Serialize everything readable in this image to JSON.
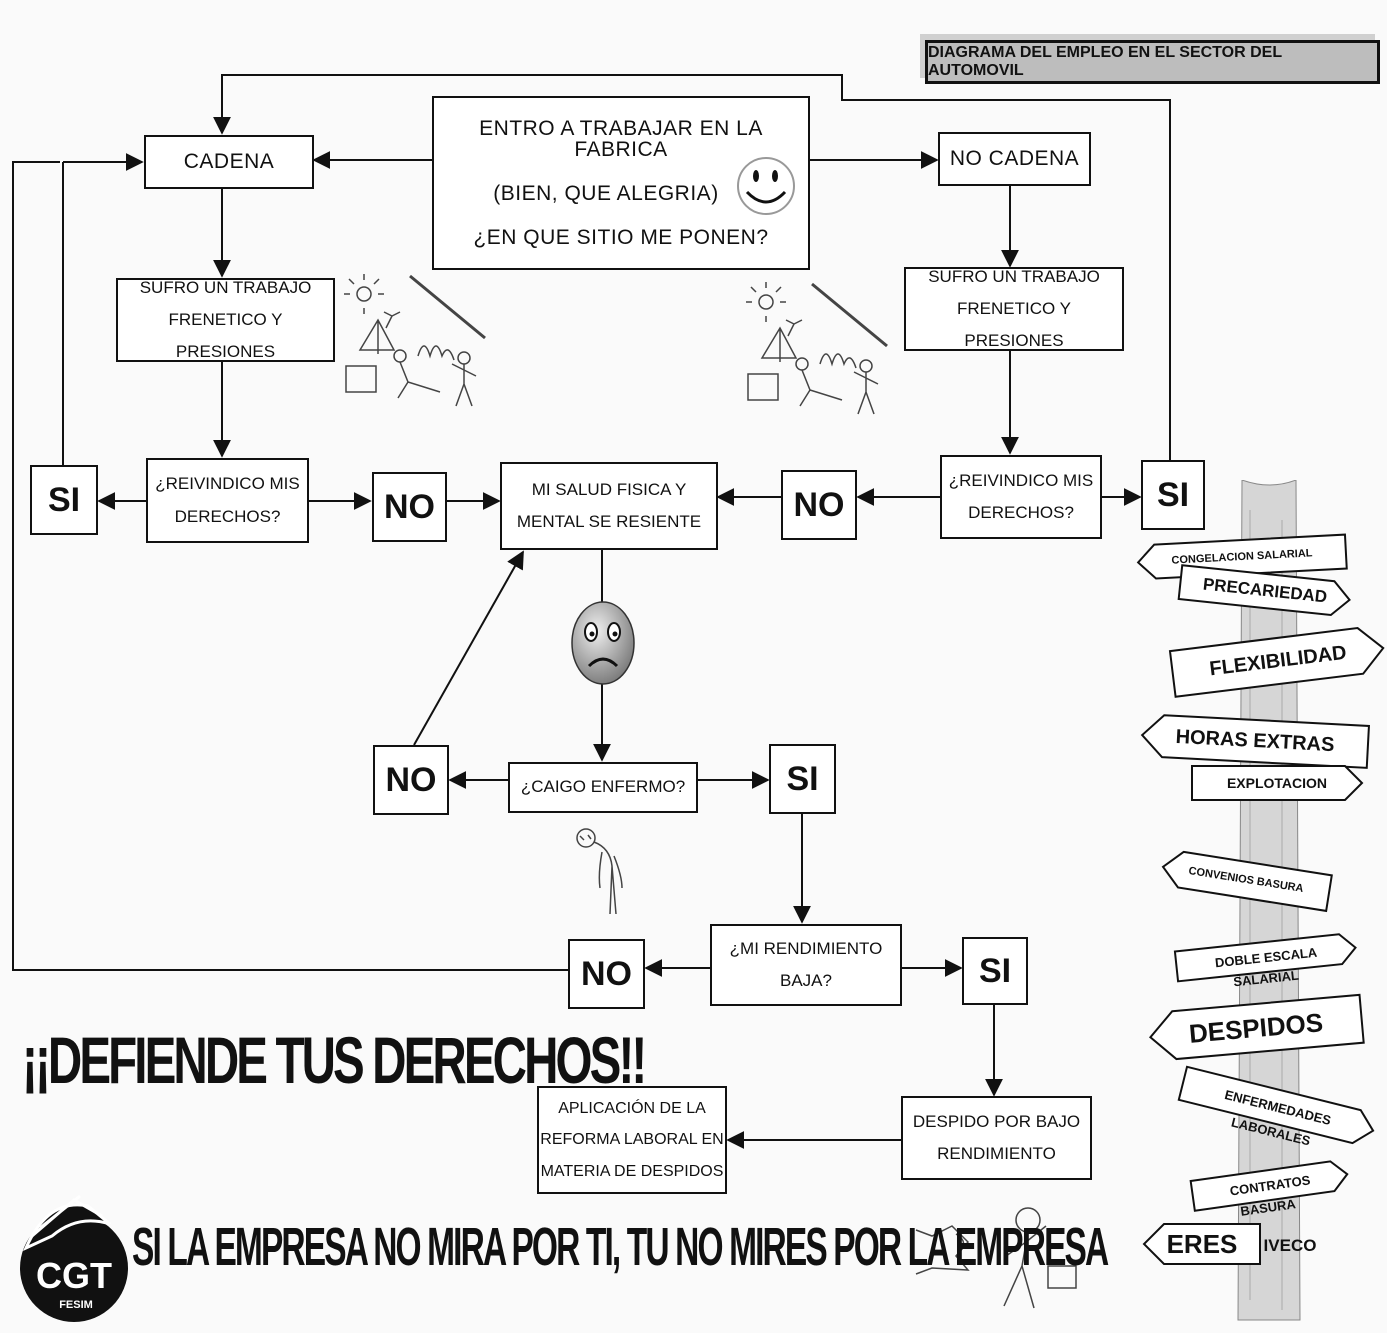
{
  "title": "DIAGRAMA DEL EMPLEO EN EL SECTOR DEL AUTOMOVIL",
  "start": {
    "line1": "ENTRO A TRABAJAR EN LA FABRICA",
    "line2": "(BIEN, QUE ALEGRIA)",
    "line3": "¿EN QUE SITIO ME PONEN?"
  },
  "cadena": "CADENA",
  "no_cadena": "NO CADENA",
  "sufro_left": {
    "line1": "SUFRO UN TRABAJO",
    "line2": "FRENETICO Y PRESIONES"
  },
  "sufro_right": {
    "line1": "SUFRO UN TRABAJO",
    "line2": "FRENETICO Y PRESIONES"
  },
  "reivindico_left": {
    "line1": "¿REIVINDICO MIS",
    "line2": "DERECHOS?"
  },
  "reivindico_right": {
    "line1": "¿REIVINDICO MIS",
    "line2": "DERECHOS?"
  },
  "salud": {
    "line1": "MI SALUD FISICA Y",
    "line2": "MENTAL SE RESIENTE"
  },
  "caigo": "¿CAIGO ENFERMO?",
  "rendimiento": {
    "line1": "¿MI RENDIMIENTO",
    "line2": "BAJA?"
  },
  "despido": {
    "line1": "DESPIDO POR BAJO",
    "line2": "RENDIMIENTO"
  },
  "reforma": {
    "line1": "APLICACIÓN DE LA",
    "line2": "REFORMA LABORAL EN",
    "line3": "MATERIA DE DESPIDOS"
  },
  "answers": {
    "si_left": "SI",
    "no_left": "NO",
    "no_right": "NO",
    "si_right": "SI",
    "no_caigo": "NO",
    "si_caigo": "SI",
    "no_rend": "NO",
    "si_rend": "SI"
  },
  "slogan_main": "¡¡DEFIENDE TUS DERECHOS!!",
  "slogan_sub": "SI LA EMPRESA NO MIRA POR TI, TU NO MIRES POR LA EMPRESA",
  "logo": {
    "letters": "CGT",
    "sub": "FESIM"
  },
  "signs": [
    "CONGELACION SALARIAL",
    "PRECARIEDAD",
    "FLEXIBILIDAD",
    "HORAS EXTRAS",
    "EXPLOTACION",
    "CONVENIOS BASURA",
    "DOBLE ESCALA",
    "SALARIAL",
    "DESPIDOS",
    "ENFERMEDADES",
    "LABORALES",
    "CONTRATOS",
    "BASURA",
    "ERES",
    "IVECO"
  ],
  "colors": {
    "ink": "#111111",
    "title_bg": "#bdbdbd",
    "pole": "#cfcfcf"
  }
}
